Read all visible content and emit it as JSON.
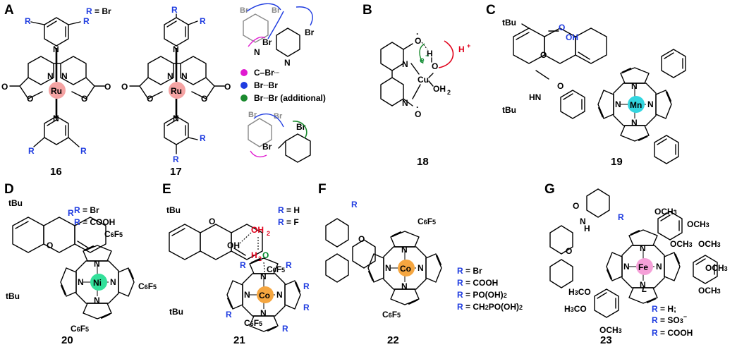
{
  "panels": {
    "A": {
      "letter": "A",
      "cmpd1": "16",
      "cmpd2": "17",
      "r_def": "R = Br",
      "legend": [
        "C–Br┈",
        "Br┈Br",
        "Br┈Br (additional)"
      ],
      "legend_colors": [
        "#e01ad0",
        "#1f3ce0",
        "#1a8a2e"
      ]
    },
    "B": {
      "letter": "B",
      "cmpd": "18"
    },
    "C": {
      "letter": "C",
      "cmpd": "19"
    },
    "D": {
      "letter": "D",
      "cmpd": "20",
      "r_defs": [
        "R = Br",
        "R = COOH"
      ]
    },
    "E": {
      "letter": "E",
      "cmpd": "21",
      "r_defs": [
        "R = H",
        "R = F"
      ]
    },
    "F": {
      "letter": "F",
      "cmpd": "22",
      "r_defs": [
        "R = Br",
        "R = COOH",
        "R = PO(OH)2",
        "R = CH2PO(OH)2"
      ]
    },
    "G": {
      "letter": "G",
      "cmpd": "23",
      "r_defs": [
        "R = H;",
        "R = SO3−",
        "R = COOH"
      ]
    }
  },
  "metal_colors": {
    "Ru": "#f5a3a3",
    "Cu": "none",
    "Mn": "#33d6e0",
    "Ni": "#33e09a",
    "Co": "#f5a640",
    "Fe": "#f5a0d8"
  }
}
